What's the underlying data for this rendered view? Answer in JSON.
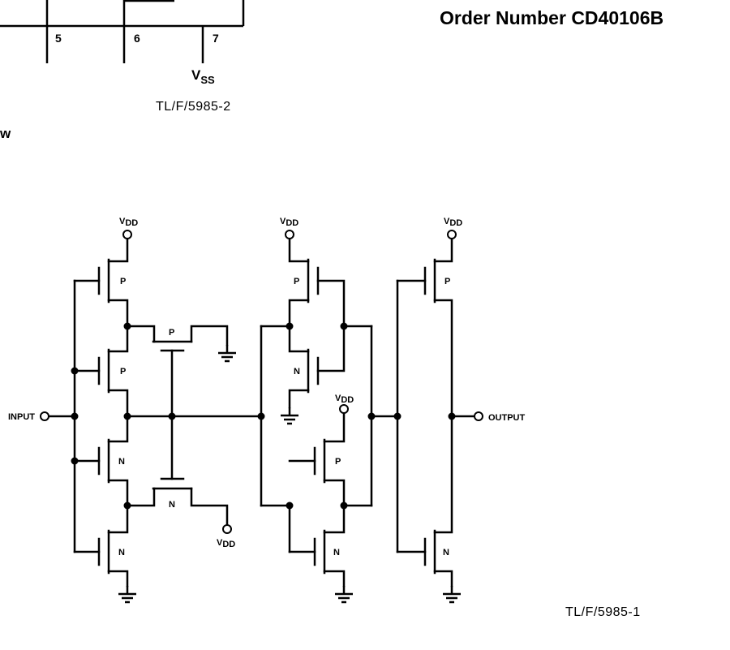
{
  "header": {
    "order_number": "Order Number CD40106B",
    "partial_word": "w"
  },
  "connection_diagram": {
    "pins": [
      "5",
      "6",
      "7"
    ],
    "vss_label": "V",
    "vss_sub": "SS",
    "figure_ref": "TL/F/5985-2"
  },
  "schematic": {
    "input_label": "INPUT",
    "output_label": "OUTPUT",
    "vdd_label": "V",
    "vdd_sub": "DD",
    "p_label": "P",
    "n_label": "N",
    "figure_ref": "TL/F/5985-1"
  }
}
